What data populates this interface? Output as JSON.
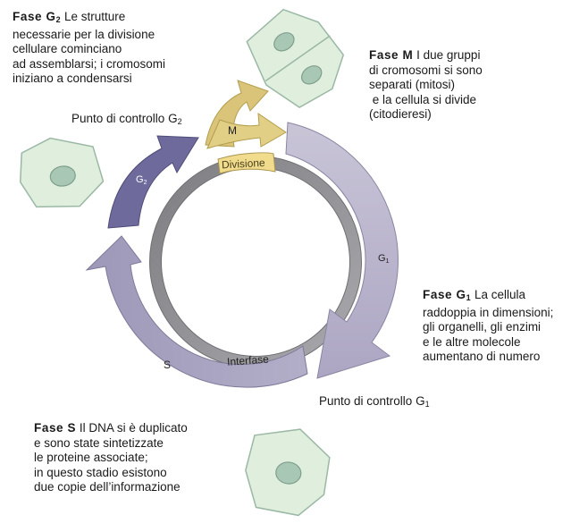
{
  "phases": {
    "g2": {
      "title": "Fase G",
      "title_sub": "2",
      "lines": [
        "Le strutture",
        "necessarie per la divisione",
        "cellulare cominciano",
        "ad assemblarsi;  i cromosomi",
        "iniziano a condensarsi"
      ]
    },
    "m": {
      "title": "Fase M",
      "lines": [
        "I due gruppi",
        "di cromosomi si sono",
        "separati (mitosi)",
        " e la cellula si divide",
        "(citodieresi)"
      ]
    },
    "g1": {
      "title": "Fase G",
      "title_sub": "1",
      "lines": [
        "La cellula",
        "raddoppia in dimensioni;",
        "gli organelli, gli enzimi",
        "e le altre molecole",
        "aumentano di numero"
      ]
    },
    "s": {
      "title": "Fase S",
      "lines": [
        "Il DNA si è duplicato",
        "e sono state sintetizzate",
        "le proteine associate;",
        "in questo stadio esistono",
        "due copie dell’informazione"
      ]
    }
  },
  "checkpoints": {
    "g2": {
      "text": "Punto  di controllo G",
      "sub": "2"
    },
    "g1": {
      "text": "Punto  di controllo G",
      "sub": "1"
    }
  },
  "arrow_labels": {
    "m": "M",
    "g2": "G",
    "g2_sub": "2",
    "g1": "G",
    "g1_sub": "1",
    "s": "S"
  },
  "ring_labels": {
    "divisione": "Divisione",
    "interfase": "Interfase"
  },
  "colors": {
    "g2_arrow": "#6e6a9c",
    "m_arrow": "#d9c47a",
    "g1_arrow": "#bdb8cc",
    "s_arrow": "#a49fbd",
    "inner_ring": "#8f8f92",
    "divisione_tag": "#f0dc8c",
    "cell_fill": "#dfeedd",
    "nucleus_fill": "#a9c7b5"
  },
  "icons": [
    "cell-icon"
  ]
}
